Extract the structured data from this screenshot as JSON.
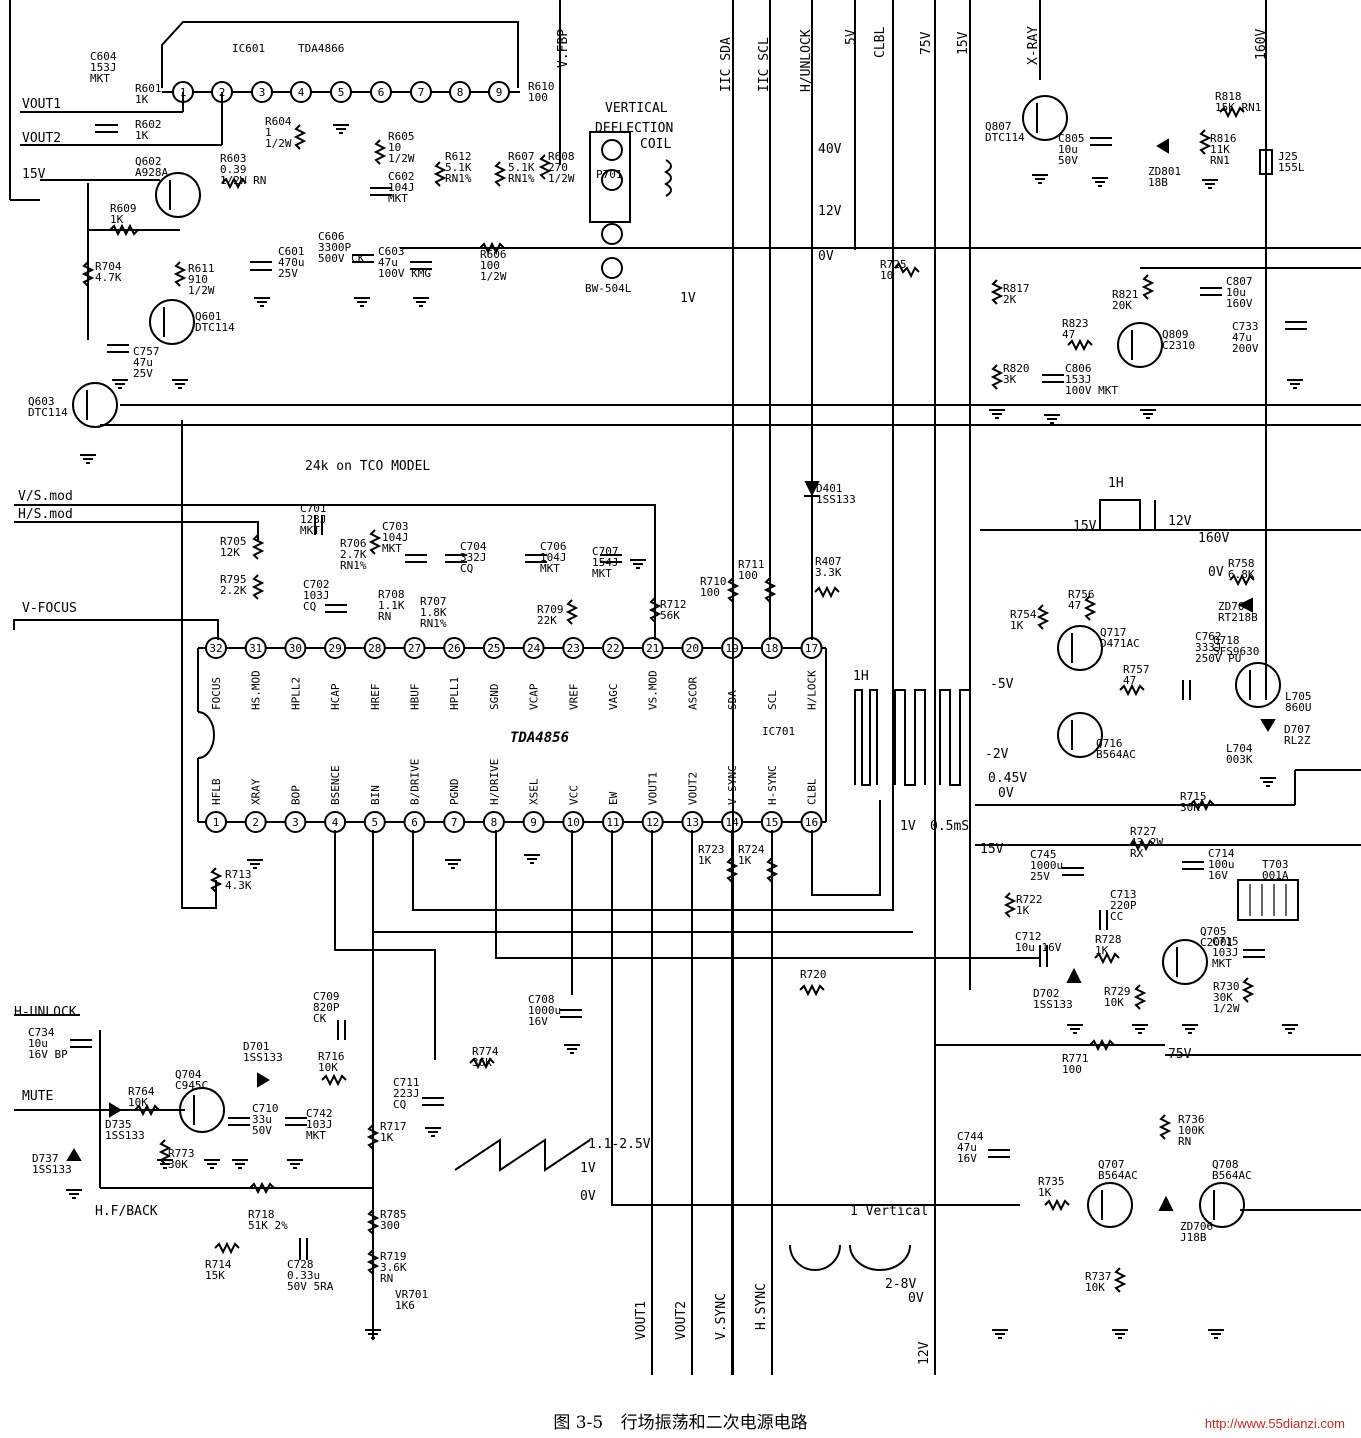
{
  "figure": {
    "number": "图 3-5",
    "title": "行场振荡和二次电源电路",
    "watermark": "http://www.55dianzi.com"
  },
  "ic601": {
    "ref": "IC601",
    "part": "TDA4866",
    "pins": [
      "1",
      "2",
      "3",
      "4",
      "5",
      "6",
      "7",
      "8",
      "9"
    ]
  },
  "ic701": {
    "ref": "IC701",
    "part": "TDA4856",
    "top_pins": [
      {
        "n": "32",
        "name": "FOCUS"
      },
      {
        "n": "31",
        "name": "HS.MOD"
      },
      {
        "n": "30",
        "name": "HPLL2"
      },
      {
        "n": "29",
        "name": "HCAP"
      },
      {
        "n": "28",
        "name": "HREF"
      },
      {
        "n": "27",
        "name": "HBUF"
      },
      {
        "n": "26",
        "name": "HPLL1"
      },
      {
        "n": "25",
        "name": "SGND"
      },
      {
        "n": "24",
        "name": "VCAP"
      },
      {
        "n": "23",
        "name": "VREF"
      },
      {
        "n": "22",
        "name": "VAGC"
      },
      {
        "n": "21",
        "name": "VS.MOD"
      },
      {
        "n": "20",
        "name": "ASCOR"
      },
      {
        "n": "19",
        "name": "SDA"
      },
      {
        "n": "18",
        "name": "SCL"
      },
      {
        "n": "17",
        "name": "H/LOCK"
      }
    ],
    "bottom_pins": [
      {
        "n": "1",
        "name": "HFLB"
      },
      {
        "n": "2",
        "name": "XRAY"
      },
      {
        "n": "3",
        "name": "BOP"
      },
      {
        "n": "4",
        "name": "BSENCE"
      },
      {
        "n": "5",
        "name": "BIN"
      },
      {
        "n": "6",
        "name": "B/DRIVE"
      },
      {
        "n": "7",
        "name": "PGND"
      },
      {
        "n": "8",
        "name": "H/DRIVE"
      },
      {
        "n": "9",
        "name": "XSEL"
      },
      {
        "n": "10",
        "name": "VCC"
      },
      {
        "n": "11",
        "name": "EW"
      },
      {
        "n": "12",
        "name": "VOUT1"
      },
      {
        "n": "13",
        "name": "VOUT2"
      },
      {
        "n": "14",
        "name": "V-SYNC"
      },
      {
        "n": "15",
        "name": "H-SYNC"
      },
      {
        "n": "16",
        "name": "CLBL"
      }
    ]
  },
  "signals": {
    "vout1": "VOUT1",
    "vout2": "VOUT2",
    "v15": "15V",
    "vfbp": "V.FBP",
    "iic_sda": "IIC SDA",
    "iic_scl": "IIC SCL",
    "h_unlock": "H/UNLOCK",
    "v5": "5V",
    "clbl": "CLBL",
    "v75": "75V",
    "v15b": "15V",
    "xray": "X-RAY",
    "v160": "160V",
    "vs_mod": "V/S.mod",
    "hs_mod": "H/S.mod",
    "v_focus": "V-FOCUS",
    "h_unlock_left": "H-UNLOCK",
    "mute": "MUTE",
    "hf_back": "H.F/BACK",
    "tco_note": "24k on TCO MODEL",
    "vertical_coil": "VERTICAL",
    "deflection": "DEFLECTION",
    "coil": "COIL",
    "bottom_vout1": "VOUT1",
    "bottom_vout2": "VOUT2",
    "bottom_vsync": "V.SYNC",
    "bottom_hsync": "H.SYNC",
    "bottom_12v": "12V",
    "v75_right": "75V"
  },
  "voltages": {
    "v40": "40V",
    "v12": "12V",
    "v0": "0V",
    "v1": "1V",
    "h1": "1H",
    "h1b": "1H",
    "v15l": "15V",
    "v12r": "12V",
    "v160r": "160V",
    "v0r": "0V",
    "vm5": "-5V",
    "vm2": "-2V",
    "v045": "0.45V",
    "v0b": "0V",
    "v1b": "1V",
    "ms05": "0.5mS",
    "v15c": "15V",
    "v1125": "1.1-2.5V",
    "v1c": "1V",
    "v0c": "0V",
    "vertical": "1 Vertical",
    "v28": "2-8V",
    "v0d": "0V"
  },
  "components": [
    {
      "ref": "C604",
      "v1": "153J",
      "v2": "MKT"
    },
    {
      "ref": "R601",
      "v1": "1K",
      "v2": ""
    },
    {
      "ref": "R602",
      "v1": "1K",
      "v2": ""
    },
    {
      "ref": "Q602",
      "v1": "A928A",
      "v2": ""
    },
    {
      "ref": "R603",
      "v1": "0.39",
      "v2": "1/2W RN"
    },
    {
      "ref": "R609",
      "v1": "1K",
      "v2": ""
    },
    {
      "ref": "R604",
      "v1": "1",
      "v2": "1/2W"
    },
    {
      "ref": "R605",
      "v1": "10",
      "v2": "1/2W"
    },
    {
      "ref": "C602",
      "v1": "104J",
      "v2": "MKT"
    },
    {
      "ref": "R612",
      "v1": "5.1K",
      "v2": "RN1%"
    },
    {
      "ref": "R607",
      "v1": "5.1K",
      "v2": "RN1%"
    },
    {
      "ref": "R608",
      "v1": "270",
      "v2": "1/2W"
    },
    {
      "ref": "R610",
      "v1": "100",
      "v2": ""
    },
    {
      "ref": "P701",
      "v1": "",
      "v2": ""
    },
    {
      "ref": "C601",
      "v1": "470u",
      "v2": "25V"
    },
    {
      "ref": "C606",
      "v1": "3300P",
      "v2": "500V CK"
    },
    {
      "ref": "C603",
      "v1": "47u",
      "v2": "100V KMG"
    },
    {
      "ref": "R606",
      "v1": "100",
      "v2": "1/2W"
    },
    {
      "ref": "BW-504L",
      "v1": "",
      "v2": ""
    },
    {
      "ref": "R704",
      "v1": "4.7K",
      "v2": ""
    },
    {
      "ref": "R611",
      "v1": "910",
      "v2": "1/2W"
    },
    {
      "ref": "Q601",
      "v1": "DTC114",
      "v2": ""
    },
    {
      "ref": "C757",
      "v1": "47u",
      "v2": "25V"
    },
    {
      "ref": "Q603",
      "v1": "DTC114",
      "v2": ""
    },
    {
      "ref": "Q807",
      "v1": "DTC114",
      "v2": ""
    },
    {
      "ref": "C805",
      "v1": "10u",
      "v2": "50V"
    },
    {
      "ref": "ZD801",
      "v1": "18B",
      "v2": ""
    },
    {
      "ref": "R818",
      "v1": "15K RN1",
      "v2": ""
    },
    {
      "ref": "R816",
      "v1": "11K",
      "v2": "RN1"
    },
    {
      "ref": "J25",
      "v1": "155L",
      "v2": ""
    },
    {
      "ref": "R725",
      "v1": "10",
      "v2": ""
    },
    {
      "ref": "R817",
      "v1": "2K",
      "v2": ""
    },
    {
      "ref": "R821",
      "v1": "20K",
      "v2": ""
    },
    {
      "ref": "C807",
      "v1": "10u",
      "v2": "160V"
    },
    {
      "ref": "R823",
      "v1": "47",
      "v2": ""
    },
    {
      "ref": "Q809",
      "v1": "C2310",
      "v2": ""
    },
    {
      "ref": "C733",
      "v1": "47u",
      "v2": "200V"
    },
    {
      "ref": "R820",
      "v1": "3K",
      "v2": ""
    },
    {
      "ref": "C806",
      "v1": "153J",
      "v2": "100V MKT"
    },
    {
      "ref": "D401",
      "v1": "1SS133",
      "v2": ""
    },
    {
      "ref": "R407",
      "v1": "3.3K",
      "v2": ""
    },
    {
      "ref": "C701",
      "v1": "123J",
      "v2": "MKT"
    },
    {
      "ref": "R705",
      "v1": "12K",
      "v2": ""
    },
    {
      "ref": "R795",
      "v1": "2.2K",
      "v2": ""
    },
    {
      "ref": "R706",
      "v1": "2.7K",
      "v2": "RN1%"
    },
    {
      "ref": "C703",
      "v1": "104J",
      "v2": "MKT"
    },
    {
      "ref": "C704",
      "v1": "332J",
      "v2": "CQ"
    },
    {
      "ref": "C706",
      "v1": "104J",
      "v2": "MKT"
    },
    {
      "ref": "C707",
      "v1": "154J",
      "v2": "MKT"
    },
    {
      "ref": "C702",
      "v1": "103J",
      "v2": "CQ"
    },
    {
      "ref": "R708",
      "v1": "1.1K",
      "v2": "RN"
    },
    {
      "ref": "R707",
      "v1": "1.8K",
      "v2": "RN1%"
    },
    {
      "ref": "R709",
      "v1": "22K",
      "v2": ""
    },
    {
      "ref": "R712",
      "v1": "56K",
      "v2": ""
    },
    {
      "ref": "R710",
      "v1": "100",
      "v2": ""
    },
    {
      "ref": "R711",
      "v1": "100",
      "v2": ""
    },
    {
      "ref": "R713",
      "v1": "4.3K",
      "v2": ""
    },
    {
      "ref": "R723",
      "v1": "1K",
      "v2": ""
    },
    {
      "ref": "R724",
      "v1": "1K",
      "v2": ""
    },
    {
      "ref": "C708",
      "v1": "1000u",
      "v2": "16V"
    },
    {
      "ref": "R754",
      "v1": "1K",
      "v2": ""
    },
    {
      "ref": "R756",
      "v1": "47",
      "v2": ""
    },
    {
      "ref": "Q717",
      "v1": "D471AC",
      "v2": ""
    },
    {
      "ref": "Q716",
      "v1": "B564AC",
      "v2": ""
    },
    {
      "ref": "R757",
      "v1": "47",
      "v2": ""
    },
    {
      "ref": "C762",
      "v1": "333J",
      "v2": "250V PU"
    },
    {
      "ref": "R758",
      "v1": "6.8K",
      "v2": ""
    },
    {
      "ref": "ZD704",
      "v1": "RT218B",
      "v2": ""
    },
    {
      "ref": "Q718",
      "v1": "SFS9630",
      "v2": ""
    },
    {
      "ref": "L705",
      "v1": "860U",
      "v2": ""
    },
    {
      "ref": "D707",
      "v1": "RL2Z",
      "v2": ""
    },
    {
      "ref": "L704",
      "v1": "003K",
      "v2": ""
    },
    {
      "ref": "R715",
      "v1": "30K",
      "v2": ""
    },
    {
      "ref": "R727",
      "v1": "43.2W",
      "v2": "RX"
    },
    {
      "ref": "C745",
      "v1": "1000u",
      "v2": "25V"
    },
    {
      "ref": "C714",
      "v1": "100u",
      "v2": "16V"
    },
    {
      "ref": "T703",
      "v1": "001A",
      "v2": ""
    },
    {
      "ref": "R722",
      "v1": "1K",
      "v2": ""
    },
    {
      "ref": "C713",
      "v1": "220P",
      "v2": "CC"
    },
    {
      "ref": "C712",
      "v1": "10u 16V",
      "v2": ""
    },
    {
      "ref": "R728",
      "v1": "1K",
      "v2": ""
    },
    {
      "ref": "Q705",
      "v1": "C2001",
      "v2": ""
    },
    {
      "ref": "C715",
      "v1": "103J",
      "v2": "MKT"
    },
    {
      "ref": "D702",
      "v1": "1SS133",
      "v2": ""
    },
    {
      "ref": "R729",
      "v1": "10K",
      "v2": ""
    },
    {
      "ref": "R730",
      "v1": "30K",
      "v2": "1/2W"
    },
    {
      "ref": "R720",
      "v1": "",
      "v2": ""
    },
    {
      "ref": "C734",
      "v1": "10u",
      "v2": "16V BP"
    },
    {
      "ref": "C709",
      "v1": "820P",
      "v2": "CK"
    },
    {
      "ref": "D701",
      "v1": "1SS133",
      "v2": ""
    },
    {
      "ref": "R716",
      "v1": "10K",
      "v2": ""
    },
    {
      "ref": "Q704",
      "v1": "C945C",
      "v2": ""
    },
    {
      "ref": "R764",
      "v1": "10K",
      "v2": ""
    },
    {
      "ref": "D735",
      "v1": "1SS133",
      "v2": ""
    },
    {
      "ref": "R773",
      "v1": "30K",
      "v2": ""
    },
    {
      "ref": "C710",
      "v1": "33u",
      "v2": "50V"
    },
    {
      "ref": "C742",
      "v1": "103J",
      "v2": "MKT"
    },
    {
      "ref": "D737",
      "v1": "1SS133",
      "v2": ""
    },
    {
      "ref": "C711",
      "v1": "223J",
      "v2": "CQ"
    },
    {
      "ref": "R774",
      "v1": "36K",
      "v2": ""
    },
    {
      "ref": "R717",
      "v1": "1K",
      "v2": ""
    },
    {
      "ref": "R718",
      "v1": "51K 2%",
      "v2": ""
    },
    {
      "ref": "R714",
      "v1": "15K",
      "v2": ""
    },
    {
      "ref": "C728",
      "v1": "0.33u",
      "v2": "50V 5RA"
    },
    {
      "ref": "R785",
      "v1": "300",
      "v2": ""
    },
    {
      "ref": "R719",
      "v1": "3.6K",
      "v2": "RN"
    },
    {
      "ref": "VR701",
      "v1": "1K6",
      "v2": ""
    },
    {
      "ref": "R771",
      "v1": "100",
      "v2": ""
    },
    {
      "ref": "R736",
      "v1": "100K",
      "v2": "RN"
    },
    {
      "ref": "C744",
      "v1": "47u",
      "v2": "16V"
    },
    {
      "ref": "R735",
      "v1": "1K",
      "v2": ""
    },
    {
      "ref": "Q707",
      "v1": "B564AC",
      "v2": ""
    },
    {
      "ref": "Q708",
      "v1": "B564AC",
      "v2": ""
    },
    {
      "ref": "ZD706",
      "v1": "J18B",
      "v2": ""
    },
    {
      "ref": "R737",
      "v1": "10K",
      "v2": ""
    }
  ]
}
